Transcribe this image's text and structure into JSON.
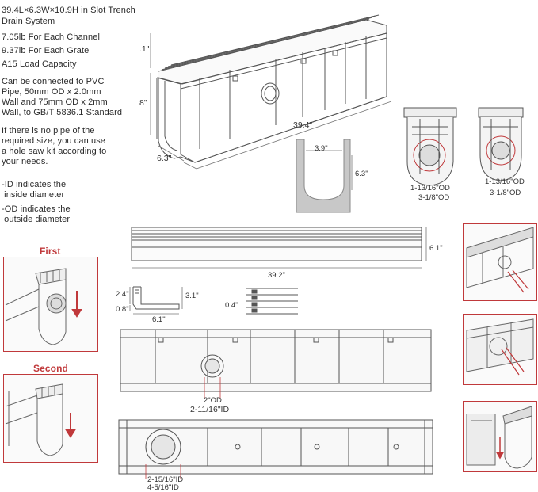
{
  "specs": {
    "title_line1": "39.4L×6.3W×10.9H in Slot Trench",
    "title_line2": "Drain System",
    "weight_channel": "7.05lb For Each Channel",
    "weight_grate": "9.37lb For Each Grate",
    "load_capacity": "A15 Load Capacity",
    "connect_line1": "Can be connected to PVC",
    "connect_line2": "Pipe, 50mm OD x 2.0mm",
    "connect_line3": "Wall and 75mm OD x 2mm",
    "connect_line4": "Wall, to GB/T 5836.1 Standard",
    "nopipe_line1": "If there is no pipe of the",
    "nopipe_line2": "required size, you can use",
    "nopipe_line3": "a hole saw kit according to",
    "nopipe_line4": "your needs.",
    "id_line1": "-ID indicates the",
    "id_line2": " inside diameter",
    "od_line1": "-OD indicates the",
    "od_line2": " outside diameter"
  },
  "steps": {
    "first": "First",
    "second": "Second"
  },
  "dimensions": {
    "iso_top": ".1\"",
    "iso_height": "8\"",
    "iso_length": "39.4\"",
    "iso_width": "6.3\"",
    "section_top": "3.9\"",
    "section_height": "6.3\"",
    "end_small_inner": "1-13/16\"OD",
    "end_small_outer": "3-1/8\"OD",
    "end_large_inner": "1-13/16\"OD",
    "end_large_outer": "3-1/8\"OD",
    "grate_height": "6.1\"",
    "grate_length": "39.2\"",
    "profile_top": "2.4\"",
    "profile_bottom": "0.8\"",
    "profile_height": "3.1\"",
    "profile_width": "6.1\"",
    "slot_spacing": "0.4\"",
    "side_od": "2\"OD",
    "side_id": "2-11/16\"ID",
    "bottom_inner": "2-15/16\"ID",
    "bottom_outer": "4-5/16\"ID"
  },
  "colors": {
    "accent": "#c0393b",
    "line": "#555555",
    "section_fill": "#c8c8c8"
  }
}
